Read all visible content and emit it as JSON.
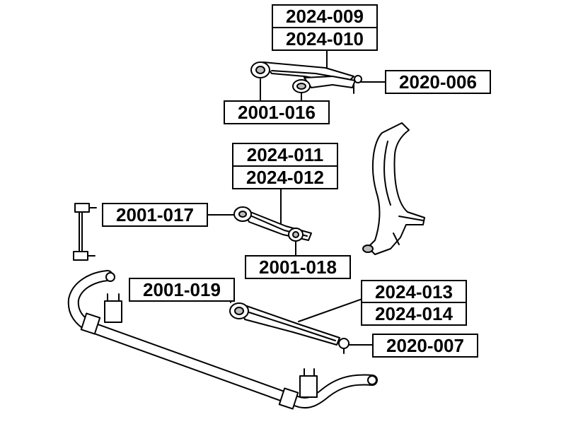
{
  "part_numbers": {
    "upper_rear_arm_a": "2024-009",
    "upper_rear_arm_b": "2024-010",
    "upper_arm_ball_joint": "2020-006",
    "upper_arm_bushing": "2001-016",
    "lower_front_arm_a": "2024-011",
    "lower_front_arm_b": "2024-012",
    "lower_front_arm_bushing": "2001-017",
    "lower_front_arm_rear_bushing": "2001-018",
    "lower_rear_arm_bushing": "2001-019",
    "lower_rear_arm_a": "2024-013",
    "lower_rear_arm_b": "2024-014",
    "lower_arm_ball_joint": "2020-007"
  },
  "colors": {
    "line": "#000000",
    "part_fill": "#ffffff",
    "shade": "#bdbdbd"
  }
}
